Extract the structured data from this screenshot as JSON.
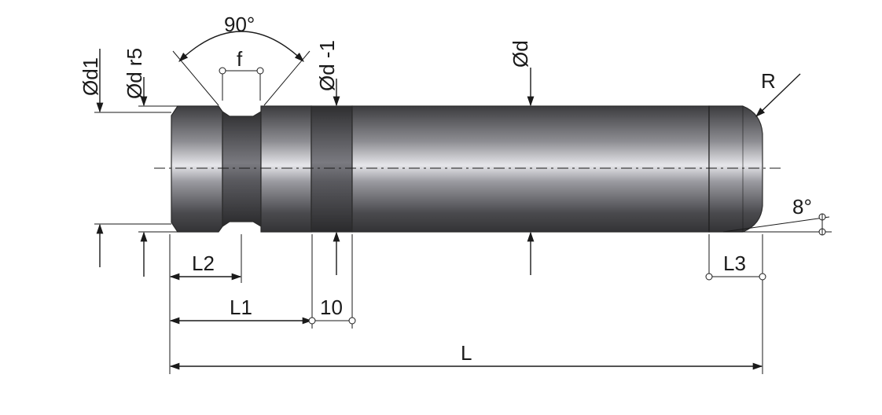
{
  "drawing": {
    "angle_label": "90°",
    "f_label": "f",
    "d1_label": "Ød1",
    "dr5_label": "Ød r5",
    "dminus1_label": "Ød -1",
    "d_label": "Ød",
    "r_label": "R",
    "tip_angle_label": "8°",
    "l2_label": "L2",
    "l1_label": "L1",
    "ten_label": "10",
    "l3_label": "L3",
    "l_label": "L"
  },
  "colors": {
    "steel_dark": "#3c3c3f",
    "steel_mid": "#8d8d92",
    "steel_light": "#e6e6ea",
    "band_dark": "#2e2e30",
    "line": "#1a1a1a"
  }
}
